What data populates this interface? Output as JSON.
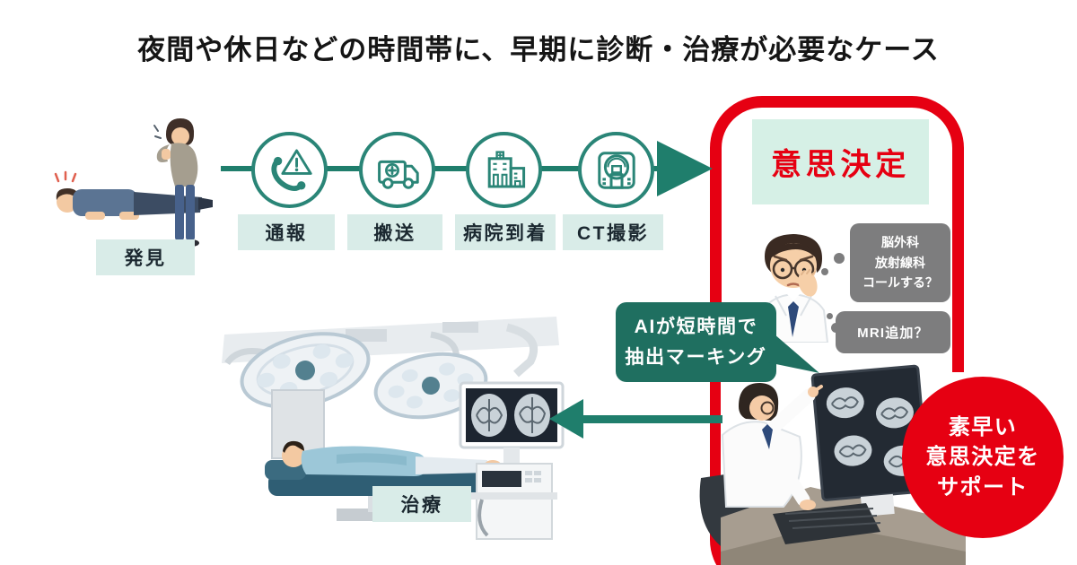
{
  "title": "夜間や休日などの時間帯に、早期に診断・治療が必要なケース",
  "flow": {
    "discovery": {
      "label": "発見",
      "icon": "collapsed-person-scene"
    },
    "steps": [
      {
        "label": "通報",
        "icon": "phone-alert-icon"
      },
      {
        "label": "搬送",
        "icon": "ambulance-icon"
      },
      {
        "label": "病院到着",
        "icon": "hospital-icon"
      },
      {
        "label": "CT撮影",
        "icon": "ct-scanner-icon"
      }
    ]
  },
  "decision_panel": {
    "title": "意思決定",
    "thought_bubbles": {
      "consult": {
        "line1": "脳外科",
        "line2": "放射線科",
        "line3": "コールする？"
      },
      "mri": {
        "line1": "MRI追加？"
      }
    }
  },
  "ai_callout": {
    "line1": "AIが短時間で",
    "line2": "抽出マーキング"
  },
  "support_badge": {
    "line1": "素早い",
    "line2": "意思決定を",
    "line3": "サポート"
  },
  "treatment": {
    "label": "治療"
  },
  "colors": {
    "accent_green": "#1f7e6c",
    "circle_stroke": "#2a8577",
    "panel_red": "#e60012",
    "label_bg": "#d9ece8",
    "decision_bg": "#d6f0e6",
    "bubble_gray": "#7d7d7e",
    "callout_green": "#1f6f60"
  }
}
